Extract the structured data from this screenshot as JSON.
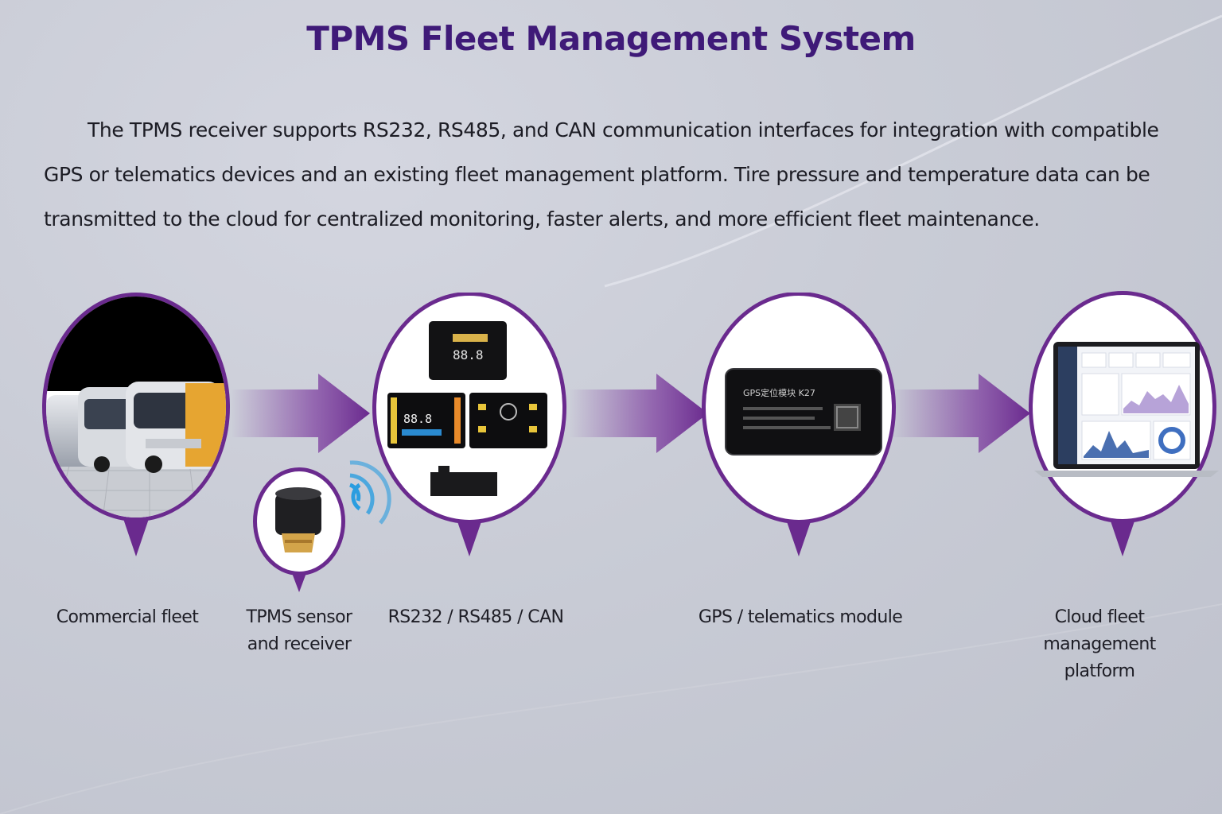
{
  "title": "TPMS Fleet Management System",
  "intro": "The TPMS receiver supports RS232, RS485, and CAN communication interfaces for integration with compatible GPS or telematics devices and an existing fleet management platform. Tire pressure and temperature data can be transmitted to the cloud for centralized monitoring, faster alerts, and more efficient fleet maintenance.",
  "colors": {
    "accent": "#6a2a8e",
    "title": "#3f1a78",
    "arrow": "#7b3a9e"
  },
  "nodes": [
    {
      "id": "commercial-fleet",
      "label": "Commercial fleet",
      "icon": "bus-fleet-photo"
    },
    {
      "id": "tpms-sensor",
      "label": "TPMS sensor and receiver",
      "icon": "tire-sensor-photo"
    },
    {
      "id": "interfaces",
      "label": "RS232 / RS485 / CAN",
      "icon": "tpms-display-receivers"
    },
    {
      "id": "gps-module",
      "label": "GPS / telematics module",
      "icon": "gps-module-photo",
      "device_text": "GPS定位模块  K27"
    },
    {
      "id": "cloud-platform",
      "label": "Cloud fleet management platform",
      "icon": "laptop-dashboard"
    }
  ],
  "display_digits": "88.8"
}
